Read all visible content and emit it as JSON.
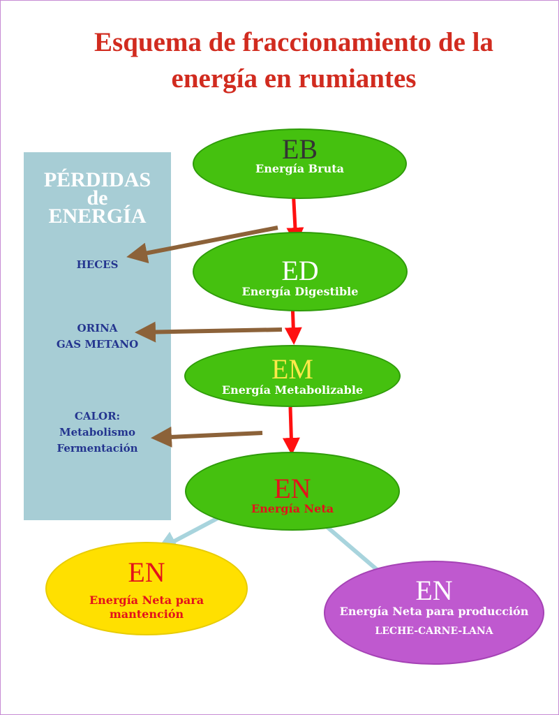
{
  "title": [
    "Esquema de fraccionamiento de la",
    "energía en rumiantes"
  ],
  "losses": {
    "title": [
      "PÉRDIDAS",
      "de",
      "ENERGÍA"
    ],
    "items": [
      {
        "lines": [
          "HECES"
        ]
      },
      {
        "lines": [
          "ORINA",
          "GAS METANO"
        ]
      },
      {
        "lines": [
          "CALOR:",
          "Metabolismo",
          "Fermentación"
        ]
      }
    ]
  },
  "nodes": {
    "eb": {
      "abbr": "EB",
      "label": "Energía Bruta"
    },
    "ed": {
      "abbr": "ED",
      "label": "Energía Digestible"
    },
    "em": {
      "abbr": "EM",
      "label": "Energía Metabolizable"
    },
    "en": {
      "abbr": "EN",
      "label": "Energía Neta"
    },
    "maintenance": {
      "abbr": "EN",
      "label_lines": [
        "Energía Neta para",
        "mantención"
      ]
    },
    "production": {
      "abbr": "EN",
      "label_lines": [
        "Energía Neta para producción",
        "LECHE-CARNE-LANA"
      ]
    }
  },
  "colors": {
    "title": "#d12b1f",
    "loss_panel": "#a7cdd5",
    "loss_text": "#24358f",
    "green_node": "#45c10f",
    "yellow_node": "#ffe000",
    "purple_node": "#bf59cf",
    "down_arrow": "#ff1010",
    "loss_arrow": "#8c6239",
    "output_arrow": "#a8d4dd"
  }
}
